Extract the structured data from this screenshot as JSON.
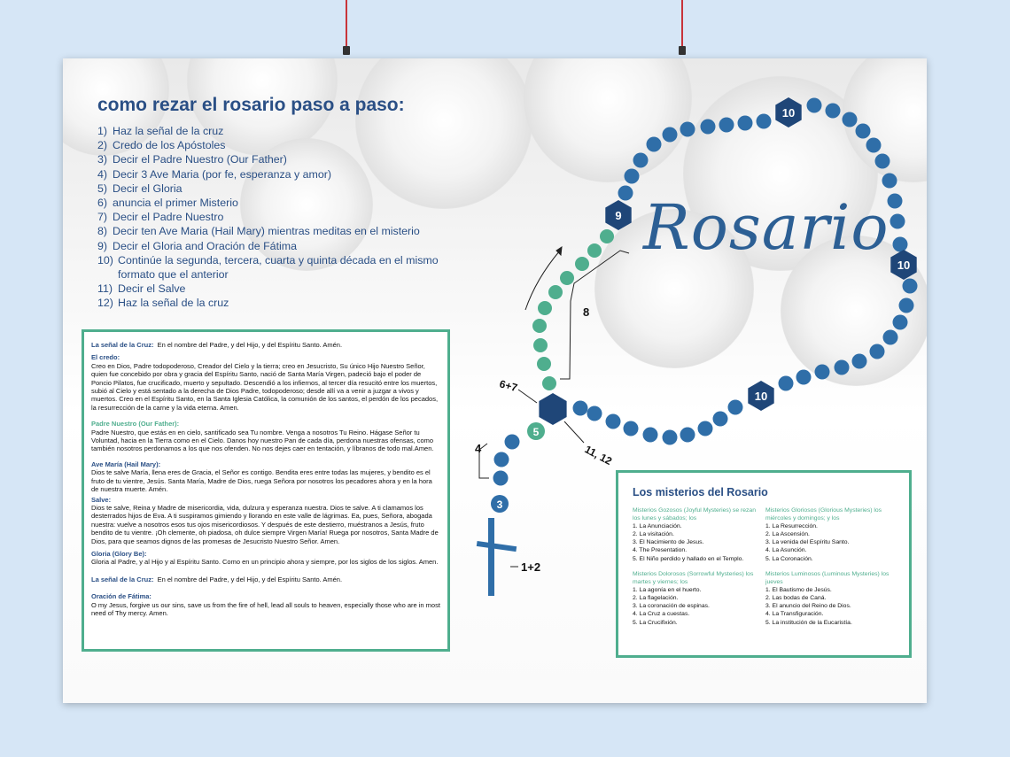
{
  "heading": "como rezar el rosario paso a paso:",
  "steps": [
    {
      "num": "1)",
      "text": "Haz la señal de la cruz"
    },
    {
      "num": "2)",
      "text": "Credo de los Apóstoles"
    },
    {
      "num": "3)",
      "text": "Decir el Padre Nuestro (Our Father)"
    },
    {
      "num": "4)",
      "text": "Decir 3 Ave Maria (por fe, esperanza y amor)"
    },
    {
      "num": "5)",
      "text": "Decir el Gloria"
    },
    {
      "num": "6)",
      "text": "anuncia el primer Misterio"
    },
    {
      "num": "7)",
      "text": "Decir el Padre Nuestro"
    },
    {
      "num": "8)",
      "text": "Decir ten Ave Maria (Hail Mary) mientras meditas en el misterio"
    },
    {
      "num": "9)",
      "text": "Decir el Gloria and Oración de Fátima"
    },
    {
      "num": "10)",
      "text": "Continúe la segunda, tercera, cuarta y quinta década en el mismo formato que el anterior"
    },
    {
      "num": "11)",
      "text": "Decir el Salve"
    },
    {
      "num": "12)",
      "text": "Haz la señal de la cruz"
    }
  ],
  "prayers": {
    "senal_title": "La señal de la Cruz:",
    "senal_text": "En el nombre del Padre, y del Hijo, y del Espíritu Santo. Amén.",
    "credo_title": "El credo:",
    "credo_text": "Creo en Dios, Padre todopoderoso, Creador del Cielo y la tierra; creo en Jesucristo, Su único Hijo Nuestro Señor, quien fue concebido por obra y gracia del Espíritu Santo, nació de Santa María Virgen, padeció bajo el poder de Poncio Pilatos, fue crucificado, muerto y sepultado. Descendió a los infiernos, al tercer día resucitó entre los muertos, subió al Cielo y está sentado a la derecha de Dios Padre, todopoderoso; desde allí va a venir a juzgar a vivos y muertos. Creo en el Espíritu Santo, en la Santa Iglesia Católica, la comunión de los santos, el perdón de los pecados, la resurrección de la carne y la vida eterna. Amen.",
    "padre_title": "Padre Nuestro (Our Father):",
    "padre_text": "Padre Nuestro, que estás en en cielo, santificado sea Tu nombre. Venga a nosotros Tu Reino. Hágase Señor tu Voluntad, hacia en la Tierra como en el Cielo. Danos hoy nuestro Pan de cada día, perdona nuestras ofensas, como también nosotros perdonamos a los que nos ofenden. No nos dejes caer en tentación, y líbranos de todo mal.Amen.",
    "ave_title": "Ave María (Hail Mary):",
    "ave_text": "Dios te salve María, llena eres de Gracia, el Señor es contigo. Bendita eres entre todas las mujeres, y bendito es el fruto de tu vientre, Jesús. Santa María, Madre de Dios, ruega Señora por nosotros los pecadores ahora y en la hora de nuestra muerte. Amén.",
    "salve_title": "Salve:",
    "salve_text": "Dios te salve, Reina y Madre de misericordia, vida, dulzura y esperanza nuestra. Dios te salve. A ti clamamos los desterrados hijos de Eva. A ti suspiramos gimiendo y llorando en este valle de lágrimas. Ea, pues, Señora, abogada nuestra: vuelve a nosotros esos tus ojos misericordiosos. Y después de este destierro, muéstranos a Jesús, fruto bendito de tu vientre. ¡Oh clemente, oh piadosa, oh dulce siempre Virgen María! Ruega por nosotros, Santa Madre de Dios, para que seamos dignos de las promesas de Jesucristo Nuestro Señor.  Amen.",
    "gloria_title": "Gloria (Glory Be):",
    "gloria_text": "Gloria al Padre, y al Hijo y al Espíritu Santo. Como en un principio ahora y siempre, por los siglos de los siglos. Amen.",
    "senal2_title": "La señal de la Cruz:",
    "senal2_text": "En el nombre del Padre, y  del Hijo, y del Espíritu Santo. Amén.",
    "fatima_title": "Oración de Fátima:",
    "fatima_text": "O my Jesus, forgive us our sins, save us from the fire of hell, lead all souls to heaven, especially those who are in most need of Thy mercy. Amen."
  },
  "rosary": {
    "script_title": "Rosario",
    "labels": {
      "ten_top": "10",
      "nine": "9",
      "ten_right": "10",
      "ten_bottom": "10",
      "three": "3",
      "five": "5",
      "six_seven": "6+7",
      "eight": "8",
      "four": "4",
      "eleven_twelve": "11, 12",
      "one_two": "1+2"
    },
    "colors": {
      "blue": "#2f6ea8",
      "dark": "#1f4678",
      "green": "#4fae8e"
    }
  },
  "mysteries": {
    "title": "Los misterios del Rosario",
    "groups": [
      {
        "title": "Misterios Gozosos (Joyful Mysteries) se rezan los lunes y sábados; los",
        "items": [
          "1. La Anunciación.",
          "2. La visitación.",
          "3. El Nacimiento de Jesus.",
          "4. The Presentation.",
          "5. El Niño perdido y hallado en el Templo."
        ]
      },
      {
        "title": "Misterios Gloriosos (Glorious Mysteries) los miércoles y domingos; y los",
        "items": [
          "1. La Resurrección.",
          "2. La Ascensión.",
          "3. La venida del Espíritu Santo.",
          "4. La Asunción.",
          "5. La Coronación."
        ]
      },
      {
        "title": "Misterios Dolorosos (Sorrowful Mysteries) los martes y viernes; los",
        "items": [
          "1. La agonía en el huerto.",
          "2. La flagelación.",
          "3. La coronación de espinas.",
          "4. La Cruz a cuestas.",
          "5. La Crucifixión."
        ]
      },
      {
        "title": "Misterios Luminosos (Luminous Mysteries) los jueves",
        "items": [
          "1. El Bautismo de Jesús.",
          "2. Las bodas de Caná.",
          "3. El anuncio del Reino de Dios.",
          "4. La Transfiguración.",
          "5. La institución de la Eucaristía."
        ]
      }
    ]
  }
}
